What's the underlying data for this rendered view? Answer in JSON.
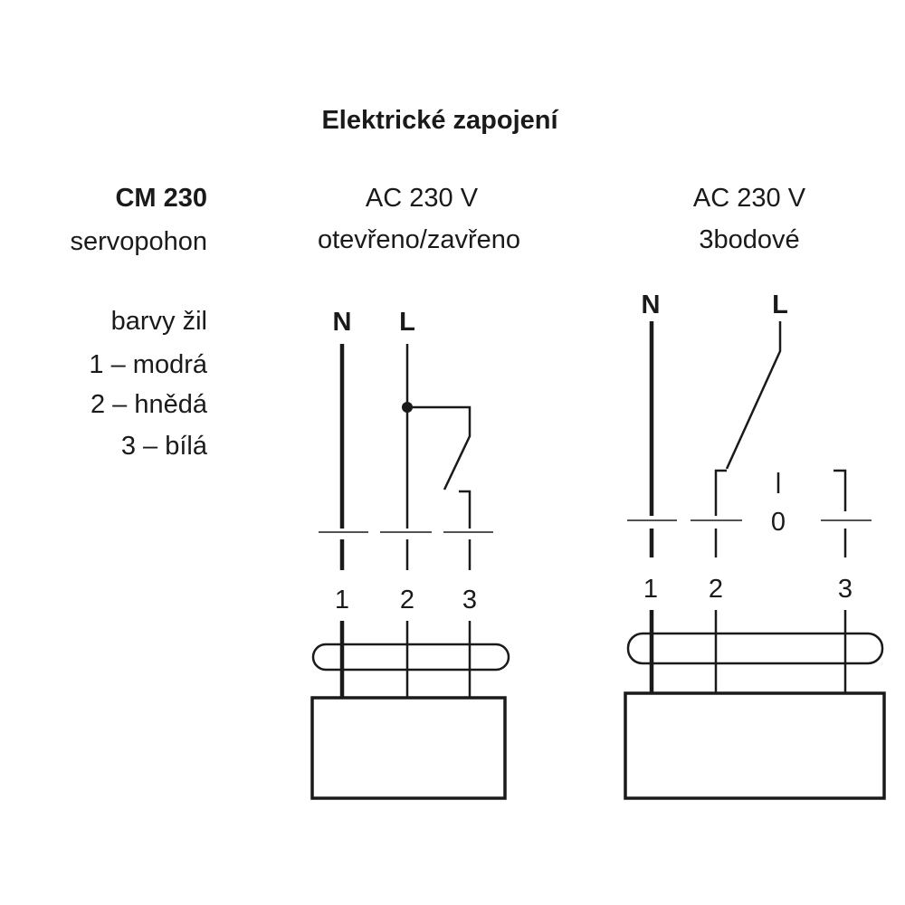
{
  "title": "Elektrické zapojení",
  "device": {
    "model": "CM 230",
    "type": "servopohon",
    "colors_heading": "barvy žil",
    "colors": [
      "1 – modrá",
      "2 – hnědá",
      "3 – bílá"
    ]
  },
  "diagram_onoff": {
    "voltage": "AC 230 V",
    "mode": "otevřeno/zavřeno",
    "neutral": "N",
    "live": "L",
    "terminals": [
      "1",
      "2",
      "3"
    ]
  },
  "diagram_3point": {
    "voltage": "AC 230 V",
    "mode": "3bodové",
    "neutral": "N",
    "live": "L",
    "terminals": [
      "1",
      "2",
      "3"
    ],
    "zero": "0"
  }
}
